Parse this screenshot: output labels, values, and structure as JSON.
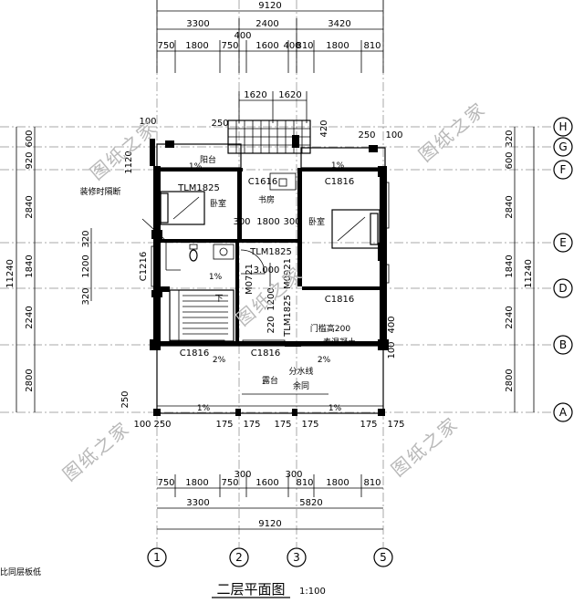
{
  "title": "二层平面图",
  "scale": "1:100",
  "watermark": "图纸之家",
  "note_left": "比同层板低",
  "dims": {
    "top_total": "9120",
    "top_row1": [
      "3300",
      "2400",
      "3420"
    ],
    "top_row2": [
      "750",
      "1800",
      "750",
      "1600",
      "810",
      "1800",
      "810"
    ],
    "top_small": [
      "400",
      "400"
    ],
    "roof": [
      "1620",
      "1620"
    ],
    "bottom_row1": [
      "750",
      "1800",
      "750",
      "1600",
      "810",
      "1800",
      "810"
    ],
    "bottom_row2": [
      "3300",
      "5820"
    ],
    "bottom_total": "9120",
    "bottom_small": [
      "300",
      "300"
    ],
    "left_outer": "11240",
    "left_inner": [
      "600",
      "920",
      "2840",
      "1840",
      "2240",
      "2800"
    ],
    "left_window": [
      "320",
      "1200",
      "320"
    ],
    "right_outer": "11240",
    "right_inner": [
      "320",
      "600",
      "2840",
      "1840",
      "2240",
      "2800"
    ],
    "misc": [
      "100",
      "250",
      "1120",
      "420",
      "250",
      "100",
      "300",
      "1800",
      "300",
      "400",
      "100",
      "250",
      "100",
      "250",
      "175",
      "175",
      "175",
      "175",
      "175",
      "175",
      "220",
      "1200"
    ]
  },
  "axes_rows": [
    "H",
    "G",
    "F",
    "E",
    "D",
    "B",
    "A"
  ],
  "axes_cols": [
    "1",
    "2",
    "3",
    "5"
  ],
  "rooms": {
    "balcony": "阳台",
    "bedroom_left": "卧室",
    "study": "书房",
    "bedroom_right": "卧室",
    "terrace": "露台",
    "stair_down": "下"
  },
  "labels": {
    "tlm_left": "TLM1825",
    "tlm_mid": "TLM1825",
    "tlm_vert": "TLM1825",
    "c1616": "C1616",
    "c1816_r": "C1816",
    "c1216": "C1216",
    "c1816_d": "C1816",
    "c1816_b1": "C1816",
    "c1816_b2": "C1816",
    "m0721": "M0721",
    "m0921": "M0921",
    "level": "3.000",
    "reserve": "装修时隔断",
    "sill": "门槛高200",
    "concrete": "素混凝土",
    "slope1": "1%",
    "slope2": "1%",
    "slope3": "1%",
    "slope4": "1%",
    "slope5": "2%",
    "slope6": "2%",
    "slope7": "1%",
    "drain1": "分水线",
    "drain2": "余同"
  }
}
